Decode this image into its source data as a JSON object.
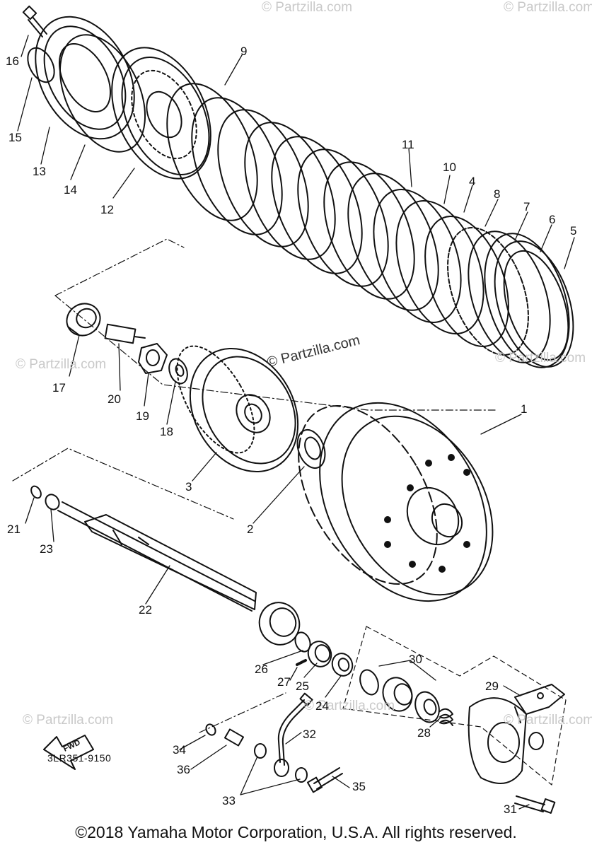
{
  "diagram": {
    "watermarks": [
      "© Partzilla.com",
      "© Partzilla.com",
      "© Partzilla.com",
      "© Partzilla.com",
      "© Partzilla.com",
      "© Partzilla.com",
      "© Partzilla.com"
    ],
    "center_watermark": "© Partzilla.com",
    "fwd_label": "FWD",
    "drawing_code": "3LR351-9150",
    "copyright": "©2018 Yamaha Motor Corporation, U.S.A. All rights reserved.",
    "callouts": [
      {
        "num": "1"
      },
      {
        "num": "2"
      },
      {
        "num": "3"
      },
      {
        "num": "4"
      },
      {
        "num": "5"
      },
      {
        "num": "6"
      },
      {
        "num": "7"
      },
      {
        "num": "8"
      },
      {
        "num": "9"
      },
      {
        "num": "10"
      },
      {
        "num": "11"
      },
      {
        "num": "12"
      },
      {
        "num": "13"
      },
      {
        "num": "14"
      },
      {
        "num": "15"
      },
      {
        "num": "16"
      },
      {
        "num": "17"
      },
      {
        "num": "18"
      },
      {
        "num": "19"
      },
      {
        "num": "20"
      },
      {
        "num": "21"
      },
      {
        "num": "22"
      },
      {
        "num": "23"
      },
      {
        "num": "24"
      },
      {
        "num": "25"
      },
      {
        "num": "26"
      },
      {
        "num": "27"
      },
      {
        "num": "28"
      },
      {
        "num": "29"
      },
      {
        "num": "30"
      },
      {
        "num": "31"
      },
      {
        "num": "32"
      },
      {
        "num": "33"
      },
      {
        "num": "34"
      },
      {
        "num": "35"
      },
      {
        "num": "36"
      }
    ],
    "colors": {
      "line": "#111111",
      "watermark": "#c9c9c9",
      "background": "#ffffff"
    }
  }
}
